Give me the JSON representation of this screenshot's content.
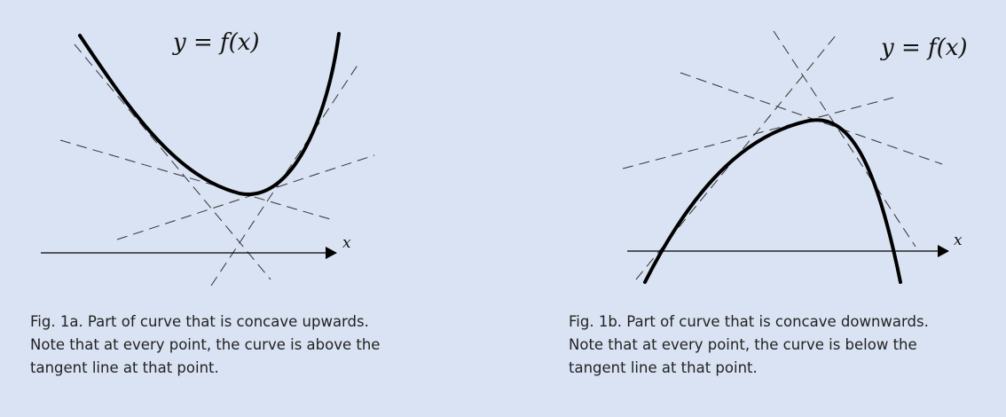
{
  "figure_a": {
    "equation": "y = f(x)",
    "axis_label": "x",
    "caption": [
      "Fig. 1a. Part of curve that is concave upwards.",
      "Note that at every point, the curve is above the",
      "tangent line at that point."
    ]
  },
  "figure_b": {
    "equation": "y = f(x)",
    "axis_label": "x",
    "caption": [
      "Fig. 1b. Part of curve that is concave downwards.",
      "Note that at every point, the curve is below the",
      "tangent line at that point."
    ]
  }
}
